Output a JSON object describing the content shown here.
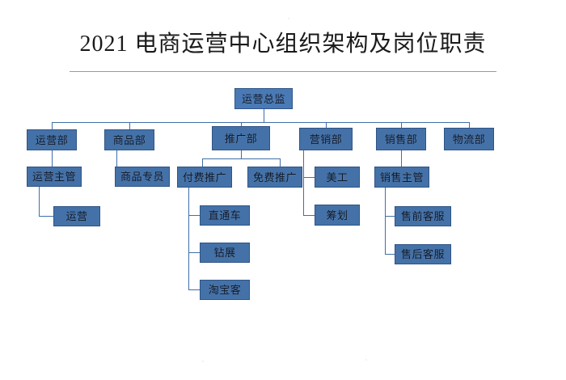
{
  "document": {
    "title": "2021 电商运营中心组织架构及岗位职责",
    "background_color": "#ffffff",
    "rule_color": "#9a9a9a"
  },
  "colors": {
    "node_fill": "#4472A8",
    "node_border": "#2F5486",
    "node_text": "#111827",
    "connector": "#3F6FA8"
  },
  "chart_data": {
    "type": "diagram",
    "title": "2021 电商运营中心组织架构及岗位职责",
    "layout": "org-chart-top-down",
    "nodes": [
      {
        "id": "n0",
        "label": "运营总监",
        "level": 0,
        "parent": null
      },
      {
        "id": "n1",
        "label": "运营部",
        "level": 1,
        "parent": "n0"
      },
      {
        "id": "n2",
        "label": "商品部",
        "level": 1,
        "parent": "n0"
      },
      {
        "id": "n3",
        "label": "推广部",
        "level": 1,
        "parent": "n0"
      },
      {
        "id": "n4",
        "label": "营销部",
        "level": 1,
        "parent": "n0"
      },
      {
        "id": "n5",
        "label": "销售部",
        "level": 1,
        "parent": "n0"
      },
      {
        "id": "n6",
        "label": "物流部",
        "level": 1,
        "parent": "n0"
      },
      {
        "id": "n7",
        "label": "运营主管",
        "level": 2,
        "parent": "n1"
      },
      {
        "id": "n8",
        "label": "商品专员",
        "level": 2,
        "parent": "n2"
      },
      {
        "id": "n9",
        "label": "付费推广",
        "level": 2,
        "parent": "n3"
      },
      {
        "id": "n10",
        "label": "免费推广",
        "level": 2,
        "parent": "n3"
      },
      {
        "id": "n11",
        "label": "美工",
        "level": 2,
        "parent": "n4"
      },
      {
        "id": "n12",
        "label": "筹划",
        "level": 2,
        "parent": "n4"
      },
      {
        "id": "n13",
        "label": "销售主管",
        "level": 2,
        "parent": "n5"
      },
      {
        "id": "n14",
        "label": "运营",
        "level": 3,
        "parent": "n7"
      },
      {
        "id": "n15",
        "label": "直通车",
        "level": 3,
        "parent": "n9"
      },
      {
        "id": "n16",
        "label": "钻展",
        "level": 3,
        "parent": "n9"
      },
      {
        "id": "n17",
        "label": "淘宝客",
        "level": 3,
        "parent": "n9"
      },
      {
        "id": "n18",
        "label": "售前客服",
        "level": 3,
        "parent": "n13"
      },
      {
        "id": "n19",
        "label": "售后客服",
        "level": 3,
        "parent": "n13"
      }
    ],
    "edges": [
      {
        "from": "n0",
        "to": "n1"
      },
      {
        "from": "n0",
        "to": "n2"
      },
      {
        "from": "n0",
        "to": "n3"
      },
      {
        "from": "n0",
        "to": "n4"
      },
      {
        "from": "n0",
        "to": "n5"
      },
      {
        "from": "n0",
        "to": "n6"
      },
      {
        "from": "n1",
        "to": "n7"
      },
      {
        "from": "n2",
        "to": "n8"
      },
      {
        "from": "n3",
        "to": "n9"
      },
      {
        "from": "n3",
        "to": "n10"
      },
      {
        "from": "n4",
        "to": "n11"
      },
      {
        "from": "n4",
        "to": "n12"
      },
      {
        "from": "n5",
        "to": "n13"
      },
      {
        "from": "n7",
        "to": "n14"
      },
      {
        "from": "n9",
        "to": "n15"
      },
      {
        "from": "n9",
        "to": "n16"
      },
      {
        "from": "n9",
        "to": "n17"
      },
      {
        "from": "n13",
        "to": "n18"
      },
      {
        "from": "n13",
        "to": "n19"
      }
    ]
  },
  "nodes": {
    "n0": "运营总监",
    "n1": "运营部",
    "n2": "商品部",
    "n3": "推广部",
    "n4": "营销部",
    "n5": "销售部",
    "n6": "物流部",
    "n7": "运营主管",
    "n8": "商品专员",
    "n9": "付费推广",
    "n10": "免费推广",
    "n11": "美工",
    "n12": "筹划",
    "n13": "销售主管",
    "n14": "运营",
    "n15": "直通车",
    "n16": "钻展",
    "n17": "淘宝客",
    "n18": "售前客服",
    "n19": "售后客服"
  }
}
